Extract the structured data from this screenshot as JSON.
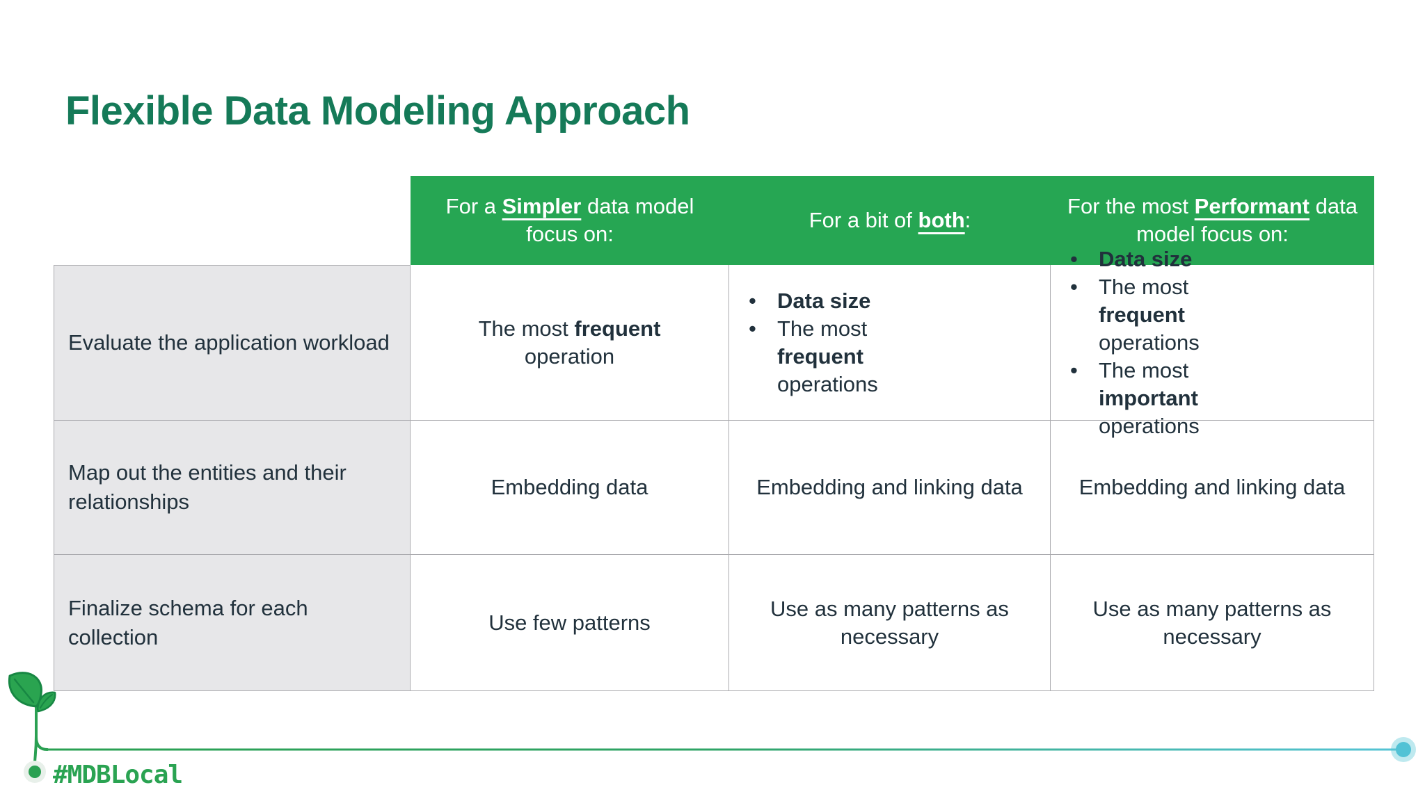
{
  "slide": {
    "title": "Flexible Data Modeling Approach"
  },
  "colors": {
    "title_green": "#157a58",
    "header_green": "#26a653",
    "body_text": "#21313c",
    "label_bg": "#e7e7e9",
    "cell_border": "#aaaaae",
    "brand_green": "#2aa052",
    "accent_teal": "#52c2d5"
  },
  "table": {
    "columns": [
      {
        "header": [
          {
            "t": "For a "
          },
          {
            "t": "Simpler",
            "b": true,
            "u": true
          },
          {
            "t": " data model focus on:"
          }
        ]
      },
      {
        "header": [
          {
            "t": "For a bit of "
          },
          {
            "t": "both",
            "b": true,
            "u": true
          },
          {
            "t": ":"
          }
        ]
      },
      {
        "header": [
          {
            "t": "For the most "
          },
          {
            "t": "Performant",
            "b": true,
            "u": true
          },
          {
            "t": " data model focus on:"
          }
        ]
      }
    ],
    "rows": [
      {
        "label": "Evaluate the application workload",
        "cells": [
          {
            "type": "text",
            "rich": [
              {
                "t": "The most "
              },
              {
                "t": "frequent",
                "b": true
              },
              {
                "t": " operation"
              }
            ]
          },
          {
            "type": "bullets",
            "items": [
              [
                {
                  "t": "Data size",
                  "b": true
                }
              ],
              [
                {
                  "t": "The most "
                },
                {
                  "t": "frequent",
                  "b": true
                },
                {
                  "t": " operations"
                }
              ]
            ]
          },
          {
            "type": "bullets",
            "items": [
              [
                {
                  "t": "Data size",
                  "b": true
                }
              ],
              [
                {
                  "t": "The most "
                },
                {
                  "t": "frequent",
                  "b": true
                },
                {
                  "t": " operations"
                }
              ],
              [
                {
                  "t": "The most "
                },
                {
                  "t": "important",
                  "b": true
                },
                {
                  "t": " operations"
                }
              ]
            ]
          }
        ]
      },
      {
        "label": "Map out the entities and their relationships",
        "cells": [
          {
            "type": "text",
            "rich": [
              {
                "t": "Embedding data"
              }
            ]
          },
          {
            "type": "text",
            "rich": [
              {
                "t": "Embedding and linking data"
              }
            ]
          },
          {
            "type": "text",
            "rich": [
              {
                "t": "Embedding and linking data"
              }
            ]
          }
        ]
      },
      {
        "label": "Finalize schema for each collection",
        "cells": [
          {
            "type": "text",
            "rich": [
              {
                "t": "Use few patterns"
              }
            ]
          },
          {
            "type": "text",
            "rich": [
              {
                "t": "Use as many patterns as necessary"
              }
            ]
          },
          {
            "type": "text",
            "rich": [
              {
                "t": "Use as many patterns as necessary"
              }
            ]
          }
        ]
      }
    ]
  },
  "footer": {
    "hashtag": "#MDBLocal",
    "sprout_icon": "seedling",
    "timeline_start_icon": "green-dot",
    "timeline_end_icon": "teal-dot"
  }
}
